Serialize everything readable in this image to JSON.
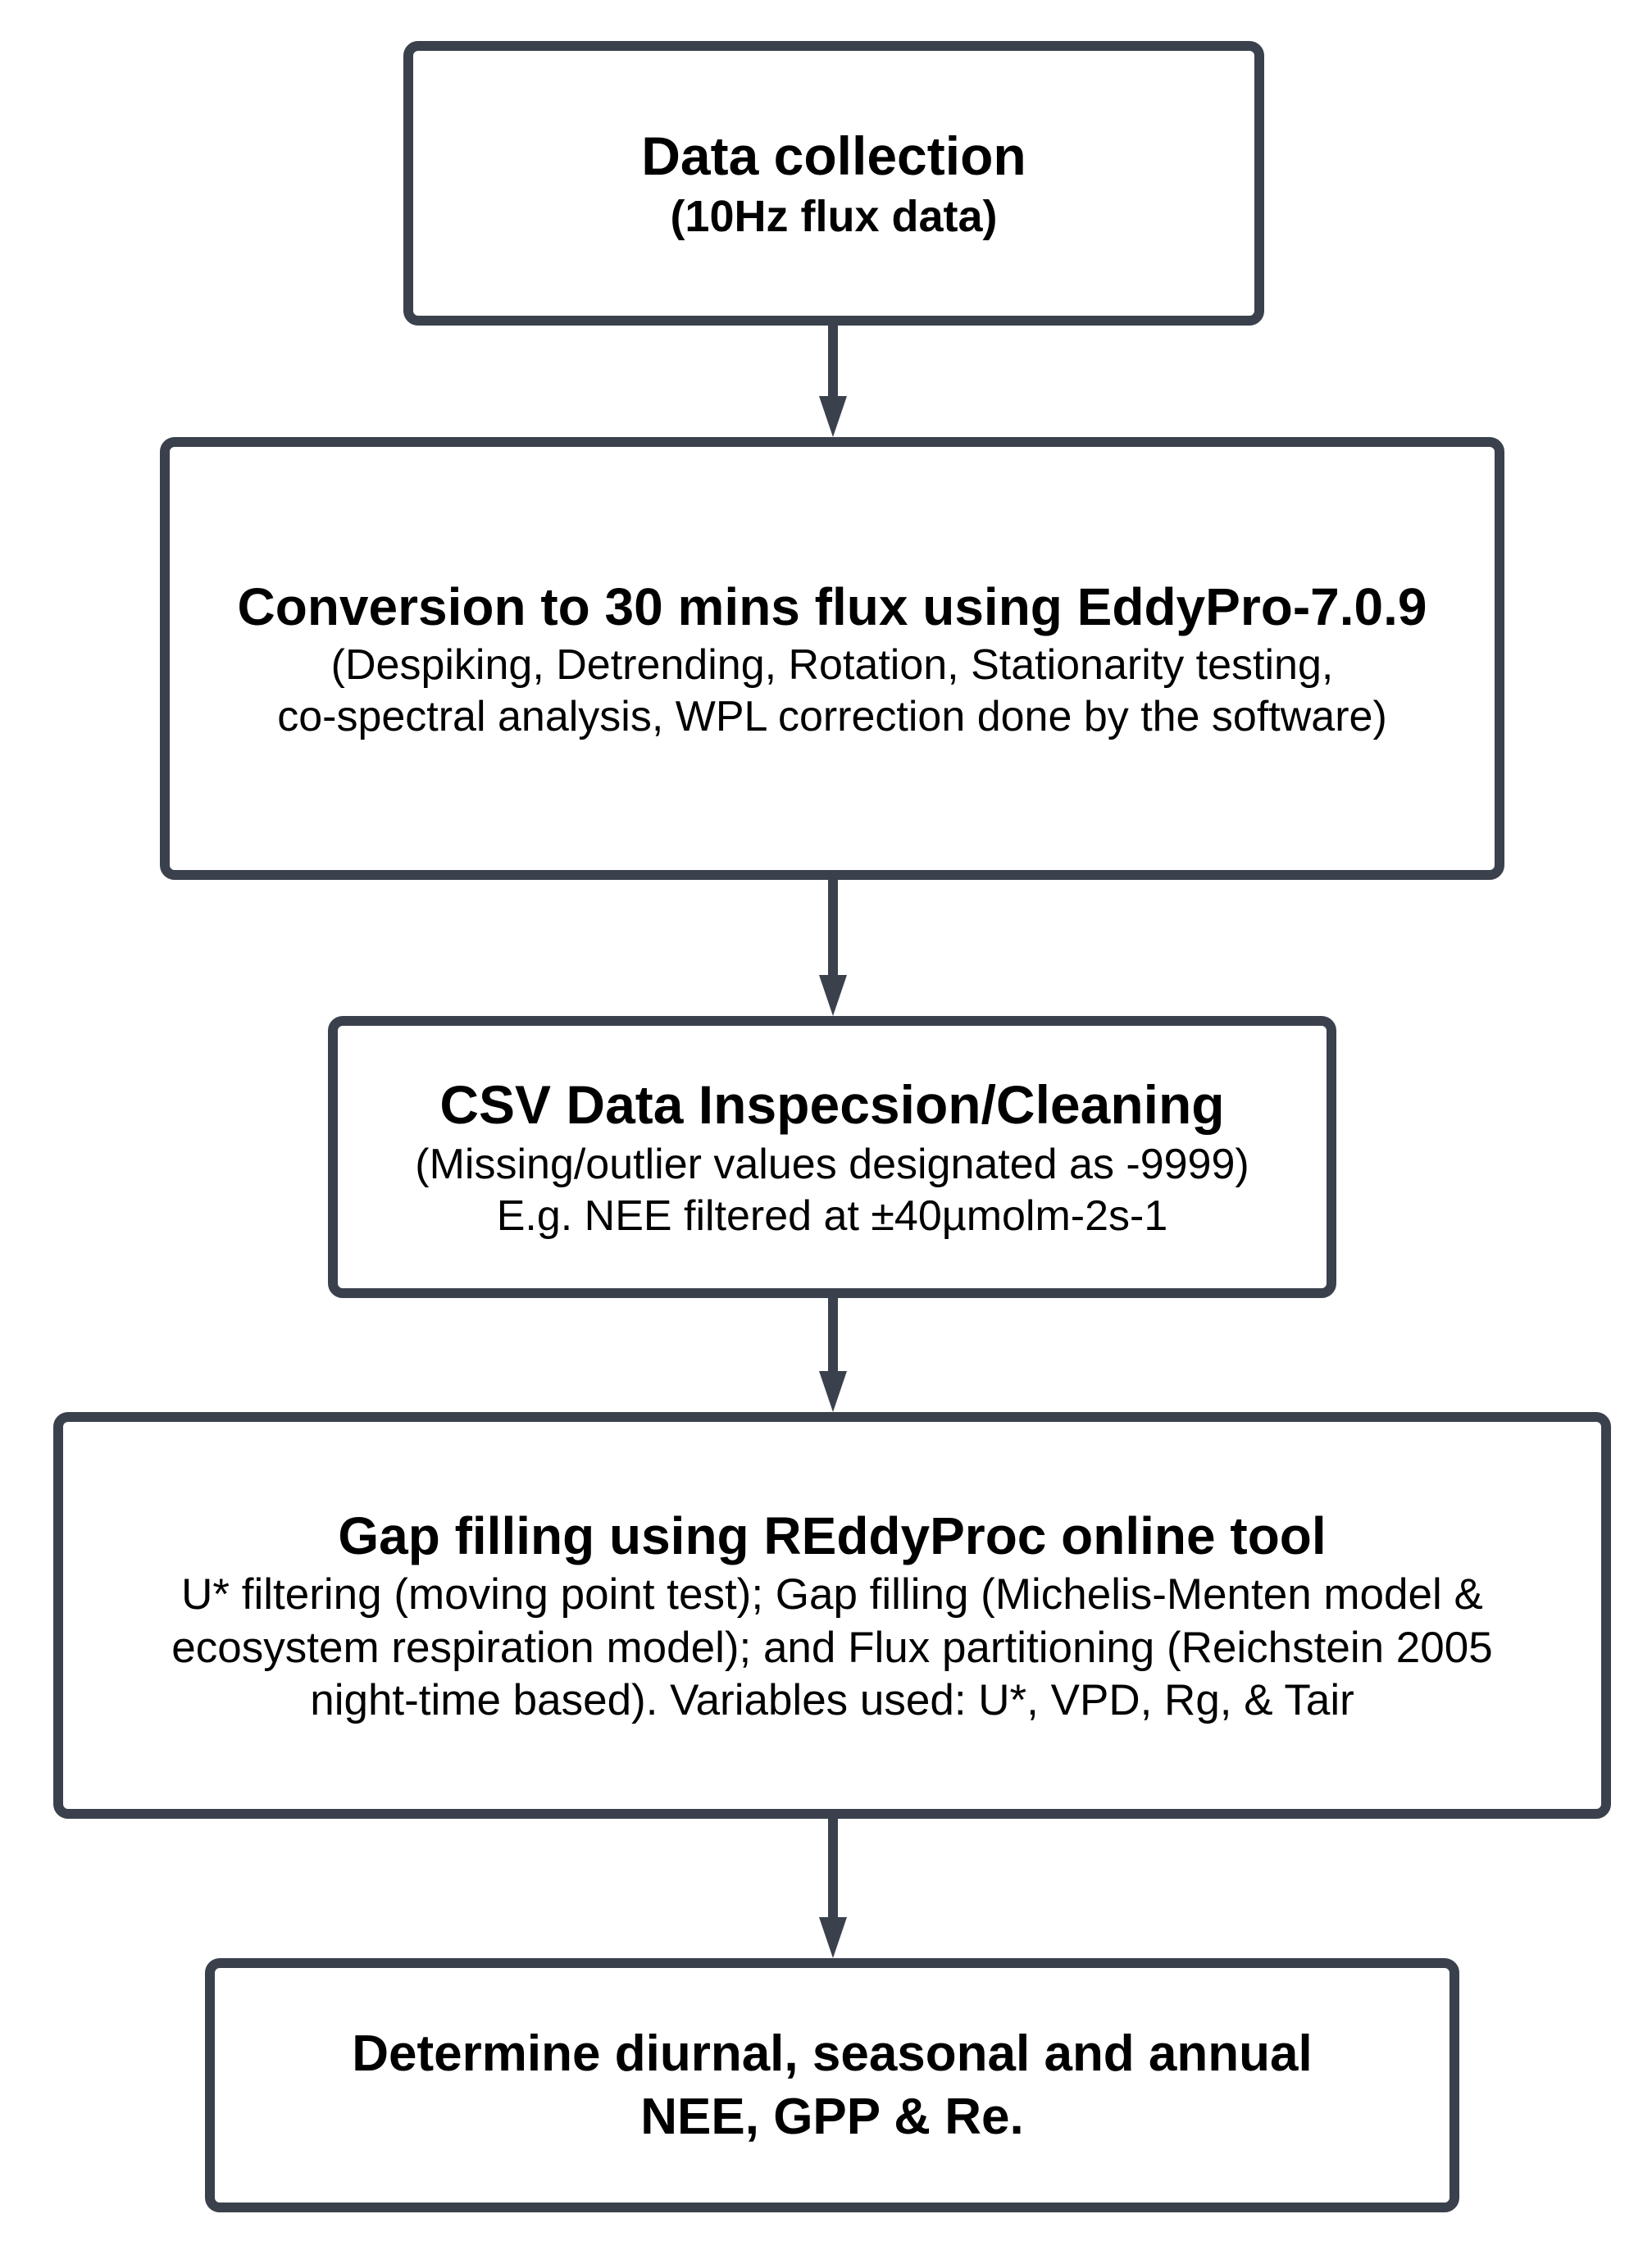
{
  "flowchart": {
    "colors": {
      "line": "#3a414d",
      "text": "#000000",
      "background": "#ffffff"
    },
    "boxes": {
      "data_collection": {
        "title": "Data collection",
        "subtitle": "(10Hz flux data)"
      },
      "conversion": {
        "title": "Conversion to 30 mins flux using EddyPro-7.0.9",
        "body": [
          "(Despiking, Detrending, Rotation, Stationarity testing,",
          "co-spectral analysis, WPL correction done by the software)"
        ]
      },
      "csv": {
        "title": "CSV Data Inspecsion/Cleaning",
        "body": [
          "(Missing/outlier values designated as -9999)",
          "E.g. NEE filtered at ±40µmolm-2s-1"
        ]
      },
      "gap_filling": {
        "title": "Gap filling using REddyProc online tool",
        "body": [
          "U* filtering (moving point test); Gap filling (Michelis-Menten model &",
          "ecosystem respiration model); and Flux partitioning (Reichstein 2005",
          "night-time based). Variables used: U*, VPD, Rg, & Tair"
        ]
      },
      "determine": {
        "title": [
          "Determine diurnal, seasonal and annual",
          "NEE, GPP & Re."
        ]
      }
    }
  }
}
